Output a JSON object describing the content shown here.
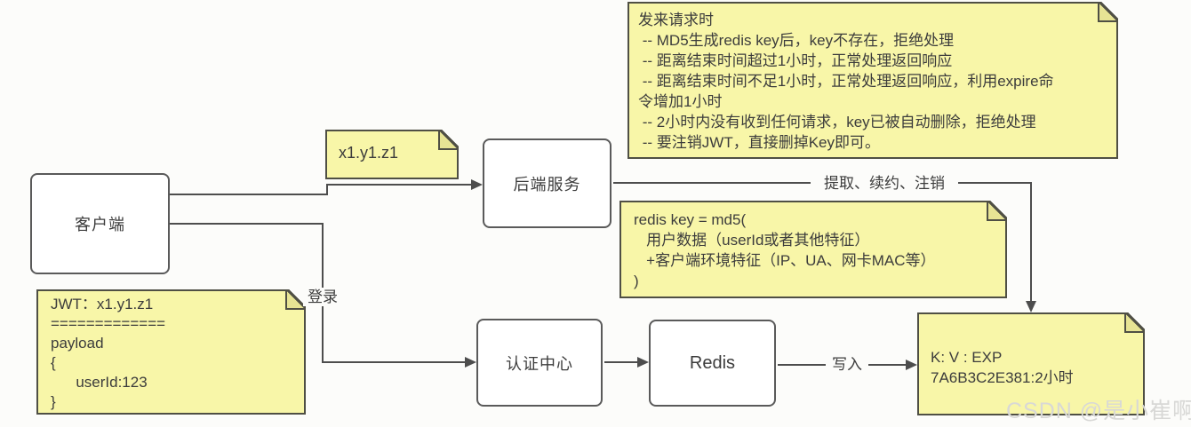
{
  "colors": {
    "background": "#fcfcfa",
    "note_fill": "#f8f6a8",
    "note_fold": "#e7e494",
    "note_border": "#4f4f44",
    "box_fill": "#ffffff",
    "box_border": "#5a5a5a",
    "wire": "#4d4d4d",
    "text": "#3c3c3c",
    "watermark": "#d8d8d6"
  },
  "boxes": {
    "client": {
      "label": "客户端"
    },
    "backend": {
      "label": "后端服务"
    },
    "auth": {
      "label": "认证中心"
    },
    "redis": {
      "label": "Redis"
    }
  },
  "notes": {
    "request": {
      "text": "发来请求时\n -- MD5生成redis key后，key不存在，拒绝处理\n -- 距离结束时间超过1小时，正常处理返回响应\n -- 距离结束时间不足1小时，正常处理返回响应，利用expire命\n令增加1小时\n -- 2小时内没有收到任何请求，key已被自动删除，拒绝处理\n -- 要注销JWT，直接删掉Key即可。"
    },
    "token": {
      "text": "x1.y1.z1"
    },
    "redis_key": {
      "text": "redis key = md5(\n   用户数据（userId或者其他特征）\n   +客户端环境特征（IP、UA、网卡MAC等）\n)"
    },
    "jwt": {
      "text": "JWT：x1.y1.z1\n=============\npayload\n{\n      userId:123\n}"
    },
    "kv": {
      "text": "K: V : EXP\n7A6B3C2E381:2小时"
    }
  },
  "edge_labels": {
    "login": "登录",
    "write": "写入",
    "ops": "提取、续约、注销"
  },
  "watermark": {
    "text": "CSDN @是小崔啊"
  }
}
